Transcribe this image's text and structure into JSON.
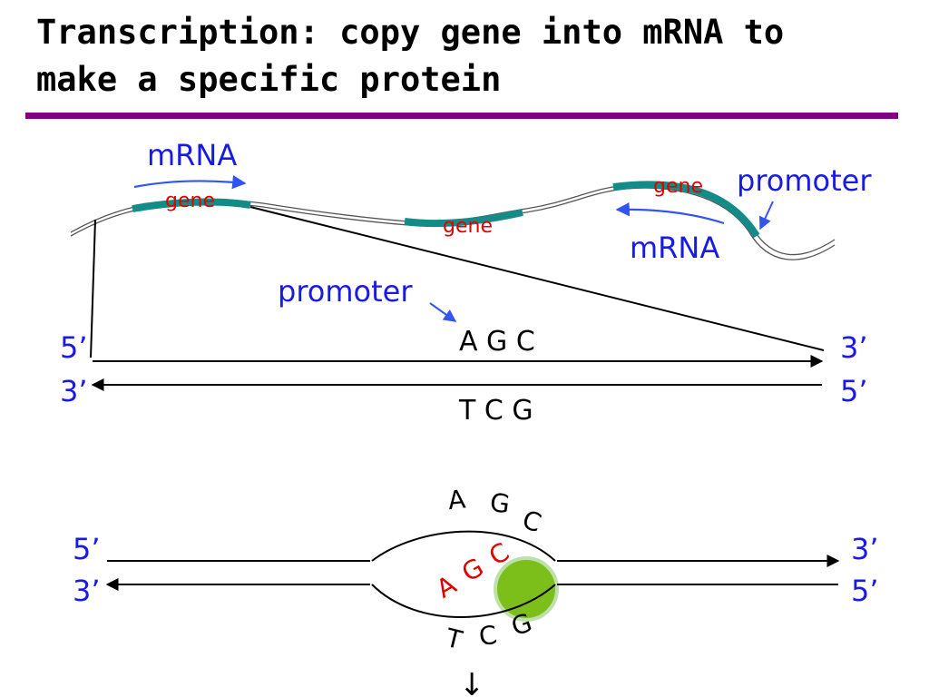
{
  "title": {
    "line1": "Transcription: copy gene into mRNA to",
    "line2": "make a specific protein"
  },
  "colors": {
    "title_rule": "#800080",
    "label_blue": "#1a1ae6",
    "label_red": "#e00000",
    "gene_segment": "#138b86",
    "arrow_blue": "#3355ee",
    "polymerase": "#7dbf1a",
    "polymerase_ring": "#bfe0a8"
  },
  "chromosome": {
    "genes": [
      "gene",
      "gene",
      "gene"
    ],
    "mrna_left": "mRNA",
    "mrna_right": "mRNA",
    "promoter_right": "promoter",
    "promoter_center": "promoter"
  },
  "dna_top": {
    "left_top": "5’",
    "left_bottom": "3’",
    "right_top": "3’",
    "right_bottom": "5’",
    "top_bases": "A G C",
    "bottom_bases": "T C G"
  },
  "dna_bubble": {
    "left_top": "5’",
    "left_bottom": "3’",
    "right_top": "3’",
    "right_bottom": "5’",
    "top_bases": [
      "A",
      "G",
      "C"
    ],
    "bottom_bases": [
      "T",
      "C",
      "G"
    ],
    "rna_bases": [
      "A",
      "G",
      "C"
    ],
    "down_arrow": "↓"
  }
}
